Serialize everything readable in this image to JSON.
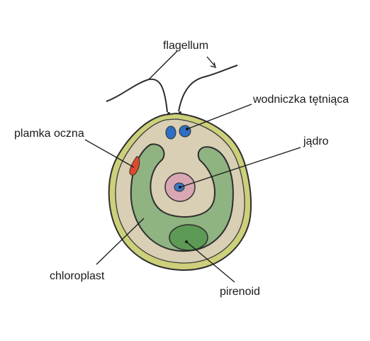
{
  "labels": {
    "flagellum": "flagellum",
    "contractile_vacuole": "wodniczka tętniąca",
    "eyespot": "plamka oczna",
    "nucleus": "jądro",
    "chloroplast": "chloroplast",
    "pyrenoid": "pirenoid"
  },
  "colors": {
    "cytoplasm": "#d8cfb4",
    "membrane": "#cdd07a",
    "chloroplast": "#8fb381",
    "pyrenoid": "#5c9a55",
    "nucleus": "#d9a7b4",
    "nucleolus": "#3a78c4",
    "vacuole": "#2f6fc4",
    "eyespot": "#e04a2e",
    "outline": "#2e2e2e",
    "background": "#ffffff"
  }
}
